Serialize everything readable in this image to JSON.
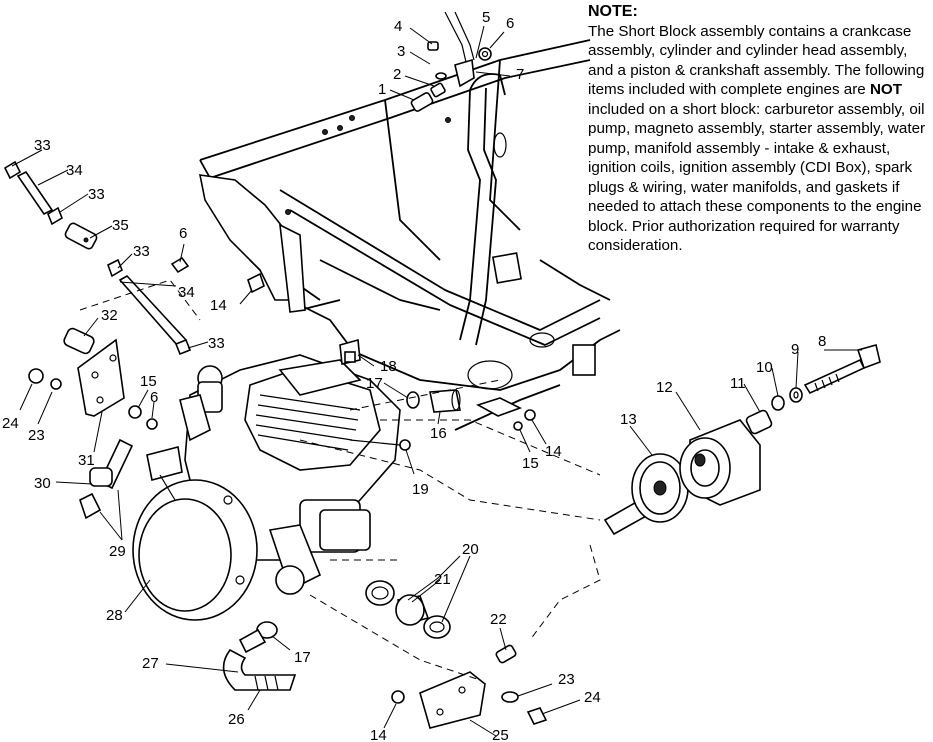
{
  "note": {
    "title": "NOTE:",
    "body_before_bold": "The Short Block assembly contains a crankcase assembly, cylinder and cylinder head assembly, and a piston & crankshaft assembly.  The following items included with complete engines are ",
    "body_bold": "NOT",
    "body_after_bold": " included on a short block:  carburetor assembly, oil pump, magneto assembly, starter assembly, water pump, manifold assembly - intake & exhaust, ignition coils, ignition assembly (CDI Box), spark plugs & wiring, water manifolds, and gaskets if needed to attach these components to the engine block.  Prior authorization required for warranty consideration."
  },
  "callouts": {
    "c1": "1",
    "c2": "2",
    "c3": "3",
    "c4": "4",
    "c5": "5",
    "c6a": "6",
    "c7": "7",
    "c33a": "33",
    "c34a": "34",
    "c33b": "33",
    "c35": "35",
    "c33c": "33",
    "c34b": "34",
    "c33d": "33",
    "c6b": "6",
    "c14a": "14",
    "c32": "32",
    "c24a": "24",
    "c23a": "23",
    "c15a": "15",
    "c6c": "6",
    "c31": "31",
    "c30": "30",
    "c29": "29",
    "c28": "28",
    "c27": "27",
    "c26": "26",
    "c17a": "17",
    "c18": "18",
    "c17b": "17",
    "c16": "16",
    "c19": "19",
    "c15b": "15",
    "c14b": "14",
    "c8": "8",
    "c9": "9",
    "c10": "10",
    "c11": "11",
    "c12": "12",
    "c13": "13",
    "c20": "20",
    "c21": "21",
    "c22": "22",
    "c23b": "23",
    "c24b": "24",
    "c14c": "14",
    "c25": "25"
  }
}
